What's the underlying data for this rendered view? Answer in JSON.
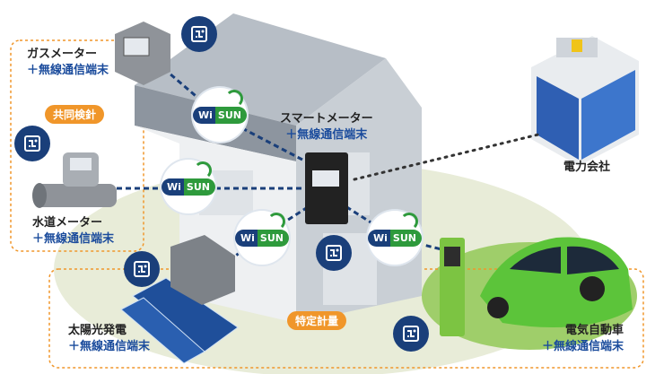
{
  "labels": {
    "gas_meter": {
      "line1": "ガスメーター",
      "line2": "＋無線通信端末"
    },
    "water_meter": {
      "line1": "水道メーター",
      "line2": "＋無線通信端末"
    },
    "smart_meter": {
      "line1": "スマートメーター",
      "line2": "＋無線通信端末"
    },
    "solar": {
      "line1": "太陽光発電",
      "line2": "＋無線通信端末"
    },
    "ev": {
      "line1": "電気自動車",
      "line2": "＋無線通信端末"
    },
    "power_company": "電力会社"
  },
  "badges": {
    "shared_reading": "共同検針",
    "specific_measurement": "特定計量"
  },
  "wisun_badge": {
    "wi": "Wi",
    "sun": "SUN"
  },
  "colors": {
    "accent_orange": "#f0962a",
    "brand_navy": "#1a3f7a",
    "wisun_green": "#2e9a3c",
    "house_gray": "#9aa3ad"
  }
}
